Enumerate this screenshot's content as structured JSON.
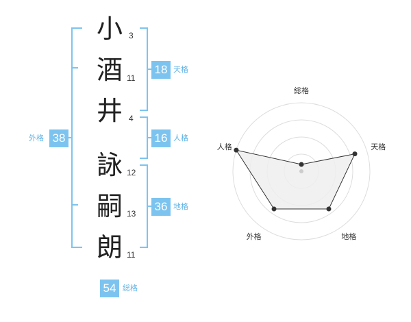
{
  "name_chars": [
    {
      "char": "小",
      "strokes": "3"
    },
    {
      "char": "酒",
      "strokes": "11"
    },
    {
      "char": "井",
      "strokes": "4"
    },
    {
      "char": "詠",
      "strokes": "12"
    },
    {
      "char": "嗣",
      "strokes": "13"
    },
    {
      "char": "朗",
      "strokes": "11"
    }
  ],
  "fortunes": {
    "tenkaku": {
      "value": "18",
      "label": "天格"
    },
    "jinkaku": {
      "value": "16",
      "label": "人格"
    },
    "chikaku": {
      "value": "36",
      "label": "地格"
    },
    "gaikaku": {
      "value": "38",
      "label": "外格"
    },
    "soukaku": {
      "value": "54",
      "label": "総格"
    }
  },
  "colors": {
    "accent": "#7cc4ef",
    "text": "#222222",
    "radar_fill": "#eeeeee"
  },
  "chart_data": {
    "type": "radar",
    "axes": [
      "総格",
      "天格",
      "地格",
      "外格",
      "人格"
    ],
    "values": [
      0.1,
      0.82,
      0.68,
      0.68,
      1.0
    ],
    "rings": 4
  }
}
